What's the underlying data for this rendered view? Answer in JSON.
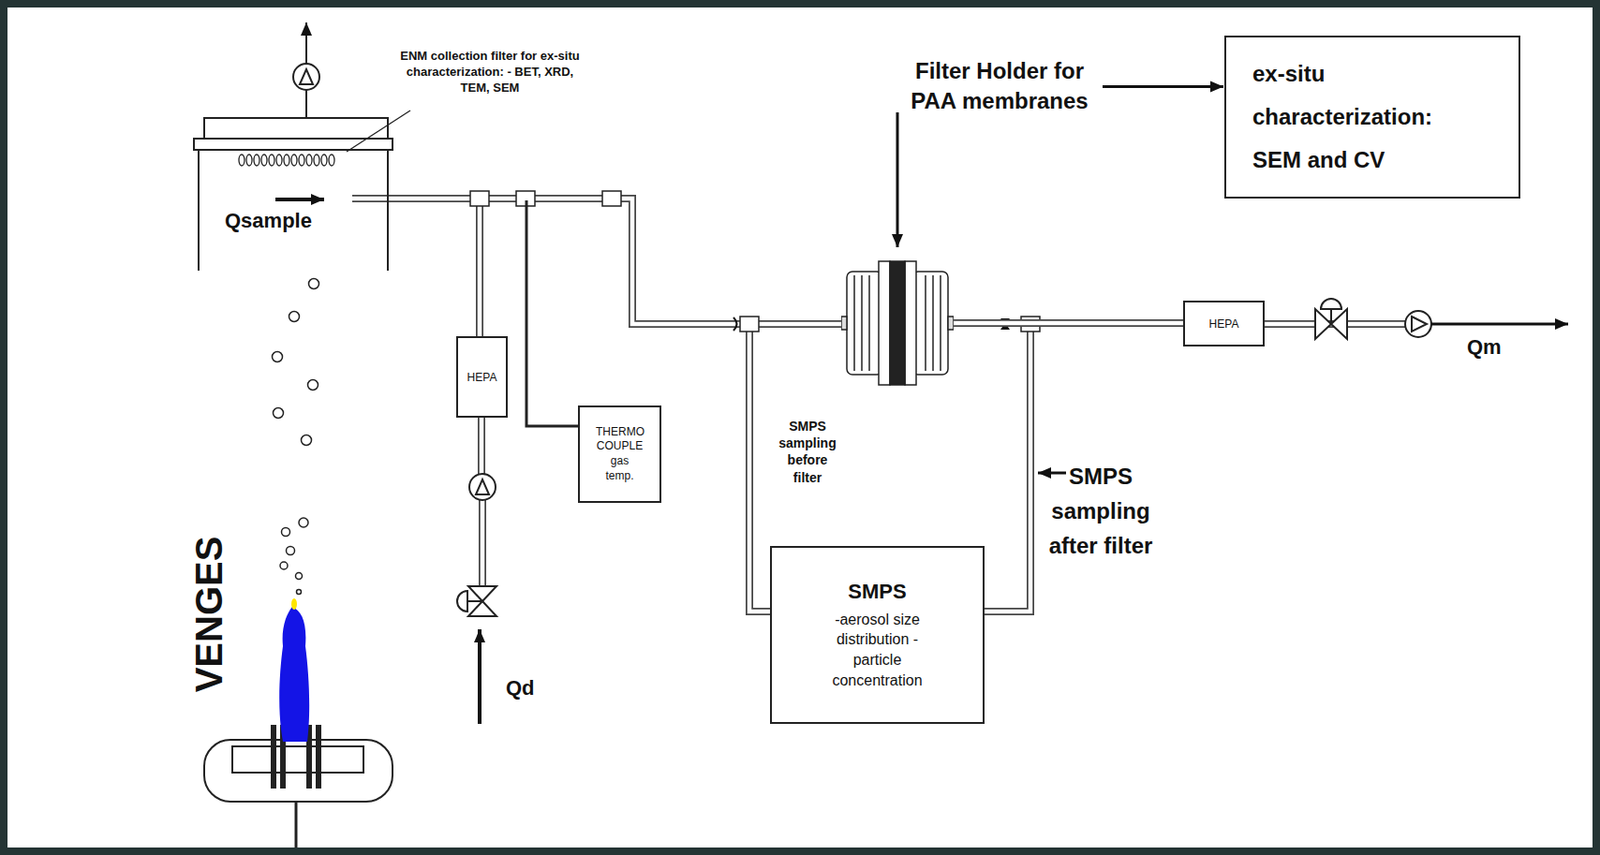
{
  "diagram": {
    "nodes": [
      {
        "text": [
          "ex-situ characterization: SEM and CV"
        ]
      },
      {
        "text": [
          "Filter Holder for PAA membranes"
        ]
      },
      {
        "text": [
          "HEPA"
        ]
      },
      {
        "text": [
          "THERMO COUPLE gas temp."
        ]
      },
      {
        "text": [
          "SMPS",
          "-aerosol size distribution -particle concentration"
        ]
      },
      {
        "text": [
          "HEPA"
        ]
      }
    ],
    "edges": [
      {
        "from": 1,
        "to": 0,
        "arrow": "to"
      },
      {
        "from": 1,
        "to": 5,
        "arrow": "none"
      }
    ],
    "labels": [
      "ENM collection filter for ex-situ characterization: - BET, XRD, TEM, SEM",
      "Qsample",
      "VENGES",
      "Qd",
      "SMPS sampling before filter",
      "SMPS sampling after filter",
      "Qm"
    ]
  }
}
